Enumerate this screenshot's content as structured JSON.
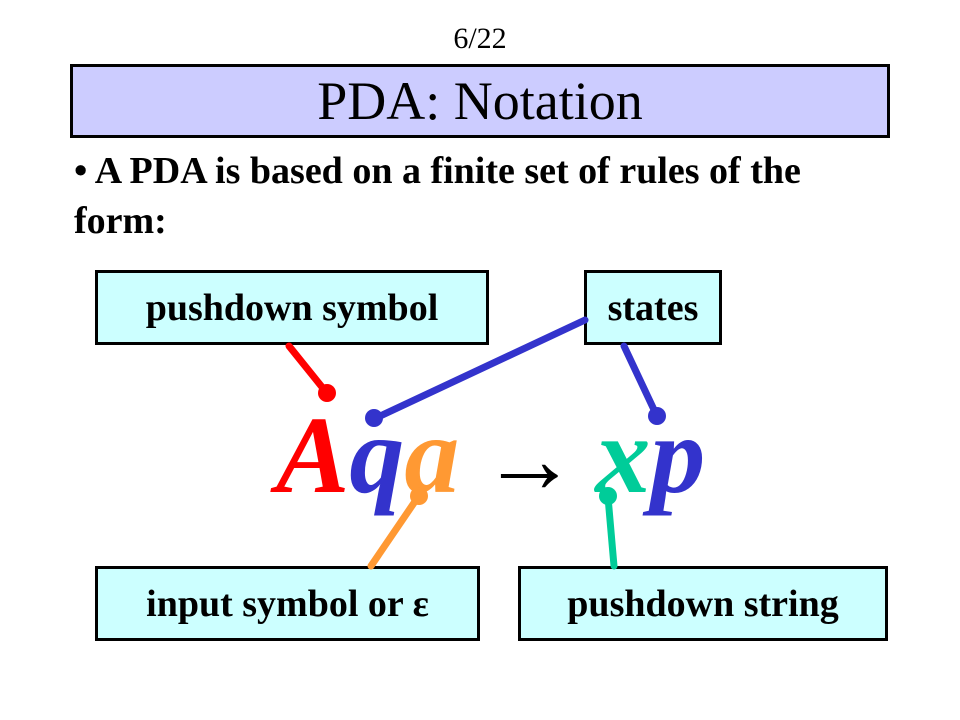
{
  "slide": {
    "number": "6/22",
    "title": "PDA: Notation",
    "bullet": "• A PDA is based on a finite set of rules of the form:"
  },
  "labels": {
    "pushdown_symbol": "pushdown symbol",
    "states": "states",
    "input_symbol": "input symbol or ε",
    "pushdown_string": "pushdown string"
  },
  "formula": {
    "A": "A",
    "q": "q",
    "a": "a",
    "arrow": "→",
    "x": "x",
    "p": "p"
  },
  "colors": {
    "title_bg": "#ccccff",
    "label_bg": "#ccffff",
    "red": "#ff0000",
    "blue": "#3333cc",
    "orange": "#ff9933",
    "teal": "#00cc99"
  }
}
